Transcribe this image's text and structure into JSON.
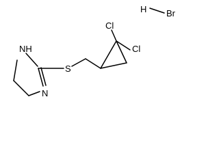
{
  "structure": {
    "atoms": {
      "h_hbr": "H",
      "br": "Br",
      "nh": "NH",
      "s": "S",
      "n": "N",
      "cl_1": "Cl",
      "cl_2": "Cl"
    }
  }
}
